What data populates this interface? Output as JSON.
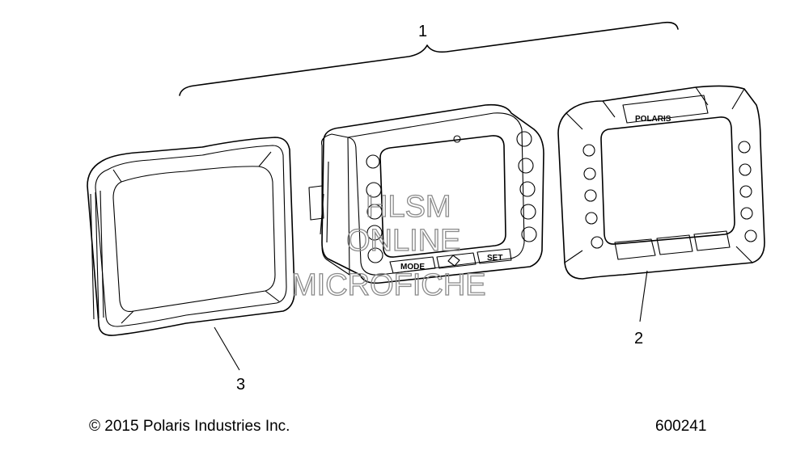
{
  "callouts": {
    "assembly": "1",
    "bezel": "2",
    "cover": "3"
  },
  "watermark": {
    "line1": "HLSM",
    "line2": "ONLINE",
    "line3": "MICROFICHE"
  },
  "bezel_logo": "POLARIS",
  "display_buttons": {
    "mode": "MODE",
    "set": "SET"
  },
  "footer": {
    "copyright": "© 2015 Polaris Industries Inc.",
    "figure_number": "600241"
  },
  "colors": {
    "line": "#000000",
    "watermark": "#8a8a8a",
    "background": "#ffffff"
  }
}
